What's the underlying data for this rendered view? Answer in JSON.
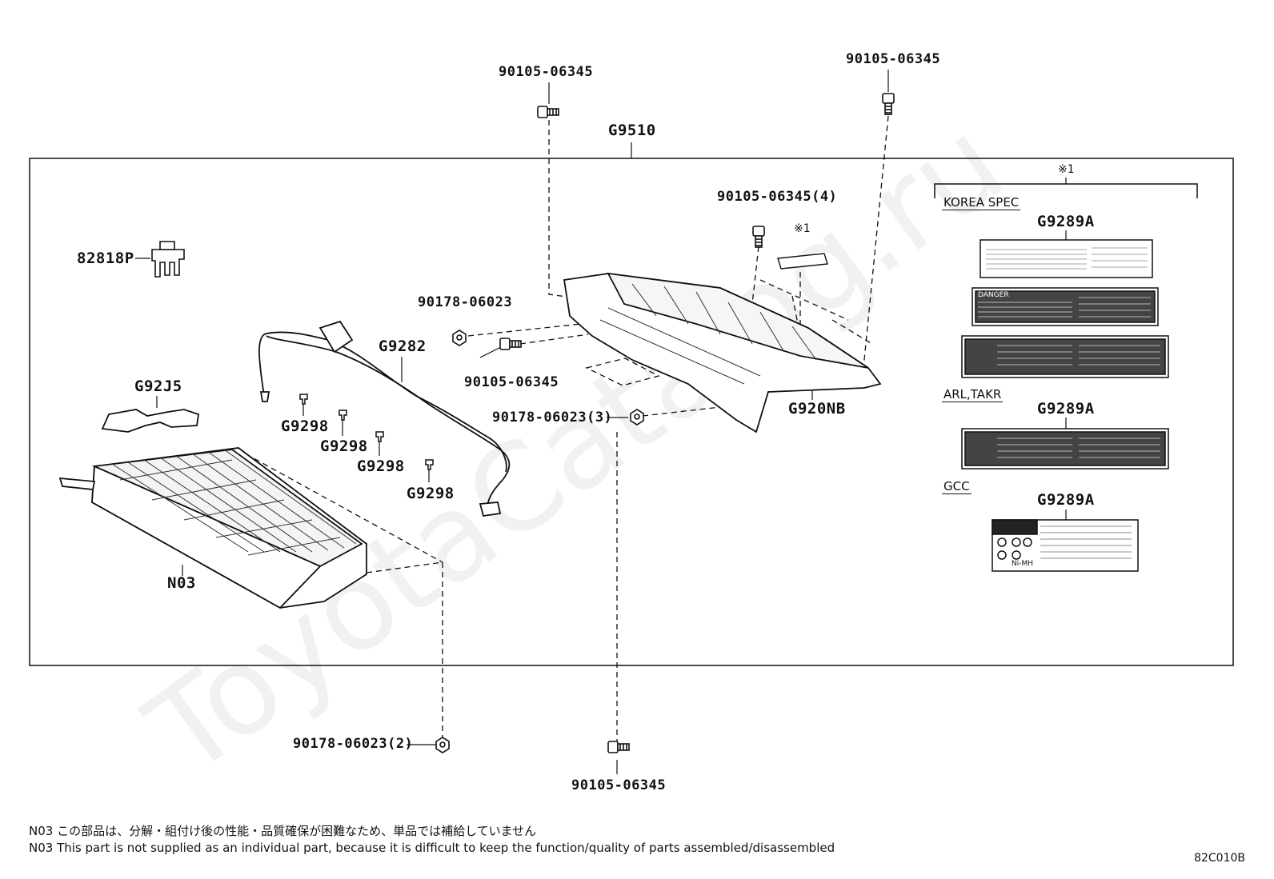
{
  "watermark": "ToyotaCatalog.ru",
  "diagram_code": "82C010B",
  "assembly_label": "G9510",
  "ref_mark": "※1",
  "parts": {
    "bolt_top_left": "90105-06345",
    "bolt_top_right": "90105-06345",
    "bolt_cover_4": "90105-06345(4)",
    "bolt_mid": "90105-06345",
    "bolt_bottom": "90105-06345",
    "nut_mid": "90178-06023",
    "nut_3": "90178-06023(3)",
    "nut_2": "90178-06023(2)",
    "clamp": "82818P",
    "harness": "G9282",
    "bracket": "G92J5",
    "clip_1": "G9298",
    "clip_2": "G9298",
    "clip_3": "G9298",
    "clip_4": "G9298",
    "battery": "N03",
    "cover": "G920NB"
  },
  "labels_panel": {
    "title_mark": "※1",
    "groups": [
      {
        "spec": "KOREA SPEC",
        "part": "G9289A"
      },
      {
        "spec": "ARL,TAKR",
        "part": "G9289A"
      },
      {
        "spec": "GCC",
        "part": "G9289A"
      }
    ],
    "danger_text": "DANGER",
    "nimh_text": "Ni-MH"
  },
  "notes": {
    "jp": "N03 この部品は、分解・組付け後の性能・品質確保が困難なため、単品では補給していません",
    "en": "N03 This part is not supplied as an individual part, because it is difficult to keep the function/quality of parts assembled/disassembled"
  }
}
